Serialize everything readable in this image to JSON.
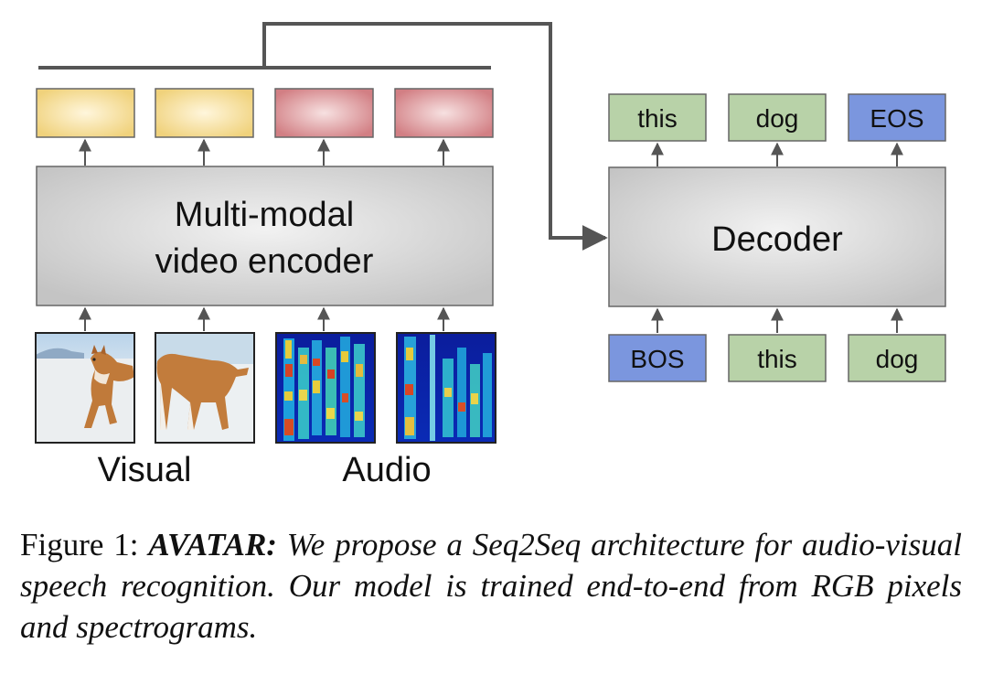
{
  "encoder": {
    "label_line1": "Multi-modal",
    "label_line2": "video encoder",
    "input_groups": {
      "visual": "Visual",
      "audio": "Audio"
    }
  },
  "decoder": {
    "label": "Decoder",
    "outputs": [
      "this",
      "dog",
      "EOS"
    ],
    "inputs": [
      "BOS",
      "this",
      "dog"
    ]
  },
  "colors": {
    "visual_token": "#f5dc94",
    "audio_token": "#dc8f93",
    "word_token": "#b7d0a7",
    "special_token": "#7b96de",
    "block": "#cfcfcf",
    "arrow": "#555555"
  },
  "caption": {
    "label": "Figure 1:",
    "name": "AVATAR:",
    "text": "We propose a Seq2Seq architecture for audio-visual speech recognition. Our model is trained end-to-end from RGB pixels and spectrograms."
  }
}
